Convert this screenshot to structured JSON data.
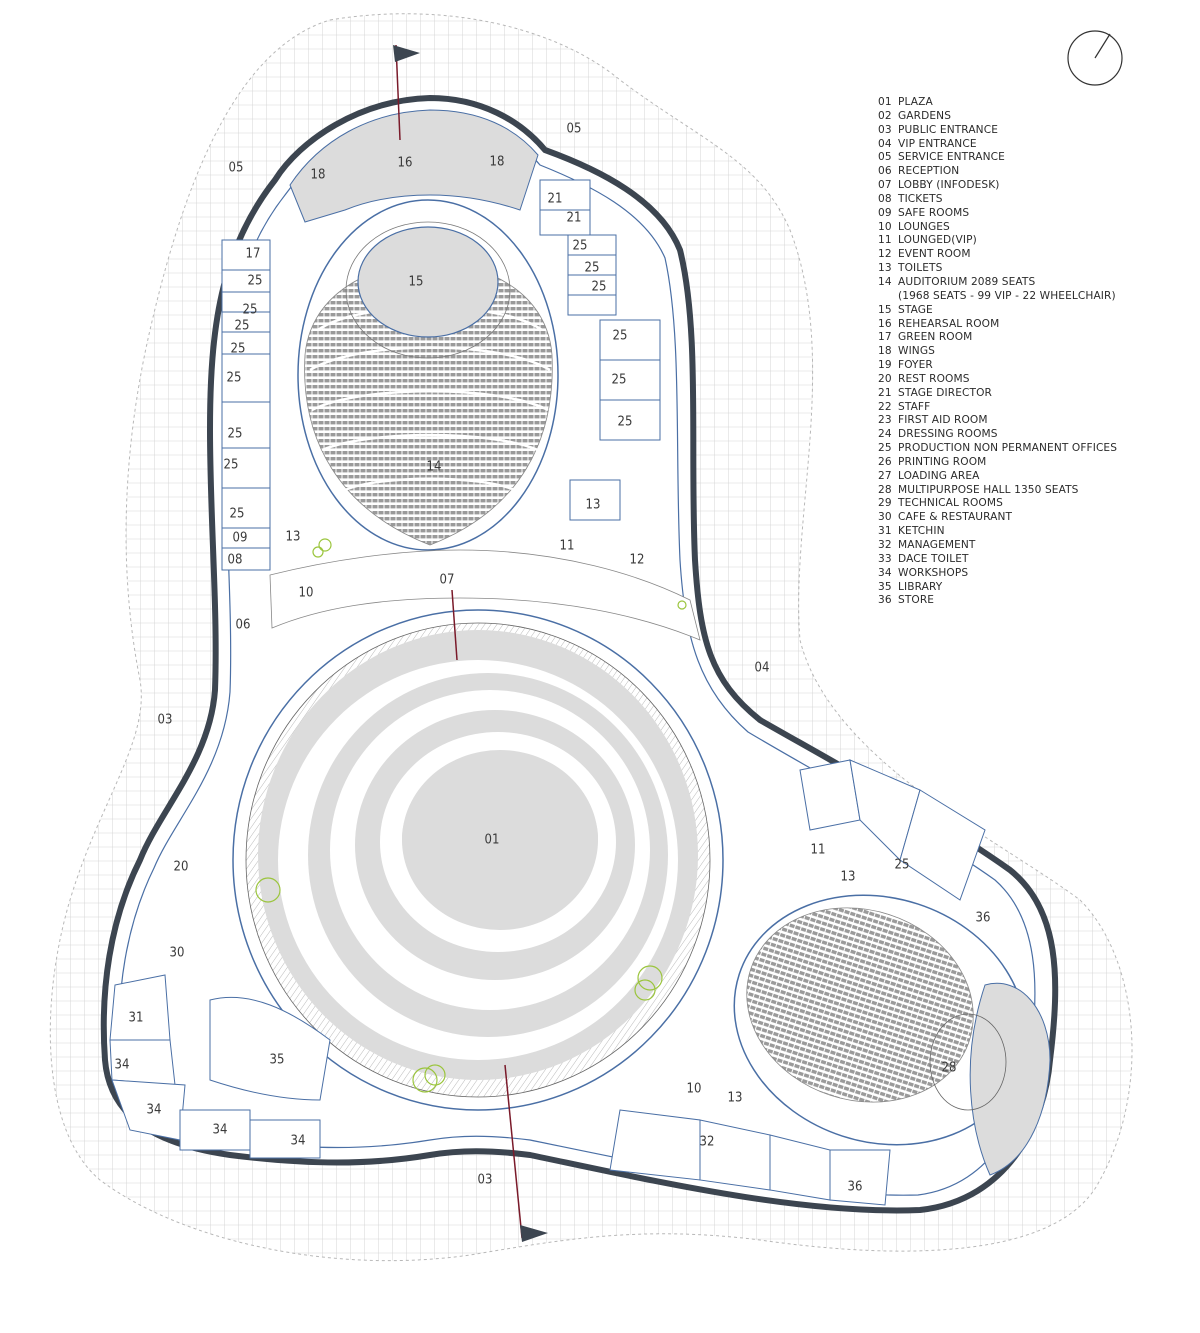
{
  "legend": {
    "items": [
      {
        "code": "01",
        "label": "PLAZA"
      },
      {
        "code": "02",
        "label": "GARDENS"
      },
      {
        "code": "03",
        "label": "PUBLIC ENTRANCE"
      },
      {
        "code": "04",
        "label": "VIP ENTRANCE"
      },
      {
        "code": "05",
        "label": "SERVICE ENTRANCE"
      },
      {
        "code": "06",
        "label": "RECEPTION"
      },
      {
        "code": "07",
        "label": "LOBBY (INFODESK)"
      },
      {
        "code": "08",
        "label": "TICKETS"
      },
      {
        "code": "09",
        "label": "SAFE ROOMS"
      },
      {
        "code": "10",
        "label": "LOUNGES"
      },
      {
        "code": "11",
        "label": "LOUNGED(VIP)"
      },
      {
        "code": "12",
        "label": "EVENT ROOM"
      },
      {
        "code": "13",
        "label": "TOILETS"
      },
      {
        "code": "14",
        "label": "AUDITORIUM 2089 SEATS"
      },
      {
        "code": "15",
        "label": "STAGE"
      },
      {
        "code": "16",
        "label": "REHEARSAL ROOM"
      },
      {
        "code": "17",
        "label": "GREEN ROOM"
      },
      {
        "code": "18",
        "label": "WINGS"
      },
      {
        "code": "19",
        "label": "FOYER"
      },
      {
        "code": "20",
        "label": "REST ROOMS"
      },
      {
        "code": "21",
        "label": "STAGE DIRECTOR"
      },
      {
        "code": "22",
        "label": "STAFF"
      },
      {
        "code": "23",
        "label": "FIRST AID ROOM"
      },
      {
        "code": "24",
        "label": "DRESSING ROOMS"
      },
      {
        "code": "25",
        "label": "PRODUCTION NON PERMANENT OFFICES"
      },
      {
        "code": "26",
        "label": "PRINTING ROOM"
      },
      {
        "code": "27",
        "label": "LOADING AREA"
      },
      {
        "code": "28",
        "label": "MULTIPURPOSE HALL 1350 SEATS"
      },
      {
        "code": "29",
        "label": "TECHNICAL ROOMS"
      },
      {
        "code": "30",
        "label": "CAFE & RESTAURANT"
      },
      {
        "code": "31",
        "label": "KETCHIN"
      },
      {
        "code": "32",
        "label": "MANAGEMENT"
      },
      {
        "code": "33",
        "label": "DACE TOILET"
      },
      {
        "code": "34",
        "label": "WORKSHOPS"
      },
      {
        "code": "35",
        "label": "LIBRARY"
      },
      {
        "code": "36",
        "label": "STORE"
      }
    ],
    "auditorium_detail": "(1968 SEATS - 99 VIP - 22 WHEELCHAIR)"
  },
  "room_labels": {
    "r01": "01",
    "r03a": "03",
    "r03b": "03",
    "r04": "04",
    "r05a": "05",
    "r05b": "05",
    "r06": "06",
    "r07": "07",
    "r08": "08",
    "r09": "09",
    "r10a": "10",
    "r10b": "10",
    "r11a": "11",
    "r11b": "11",
    "r12": "12",
    "r13a": "13",
    "r13b": "13",
    "r13c": "13",
    "r13d": "13",
    "r14": "14",
    "r15": "15",
    "r16": "16",
    "r17": "17",
    "r18a": "18",
    "r18b": "18",
    "r20": "20",
    "r21a": "21",
    "r21b": "21",
    "r25a": "25",
    "r25b": "25",
    "r25c": "25",
    "r25d": "25",
    "r25e": "25",
    "r25f": "25",
    "r25g": "25",
    "r25h": "25",
    "r25i": "25",
    "r25j": "25",
    "r25k": "25",
    "r25l": "25",
    "r25m": "25",
    "r25n": "25",
    "r25o": "25",
    "r28": "28",
    "r30": "30",
    "r31": "31",
    "r32": "32",
    "r34a": "34",
    "r34b": "34",
    "r34c": "34",
    "r34d": "34",
    "r35": "35",
    "r36a": "36",
    "r36b": "36"
  },
  "colors": {
    "outer_wall": "#3c4550",
    "inner_line": "#4a6fa5",
    "fill_grey": "#dcdcdc",
    "hatch": "#b5b5b5",
    "tree": "#9bc53d"
  },
  "icons": {
    "north_arrow": "compass-circle-icon",
    "section_flag": "section-marker-flag-icon"
  }
}
